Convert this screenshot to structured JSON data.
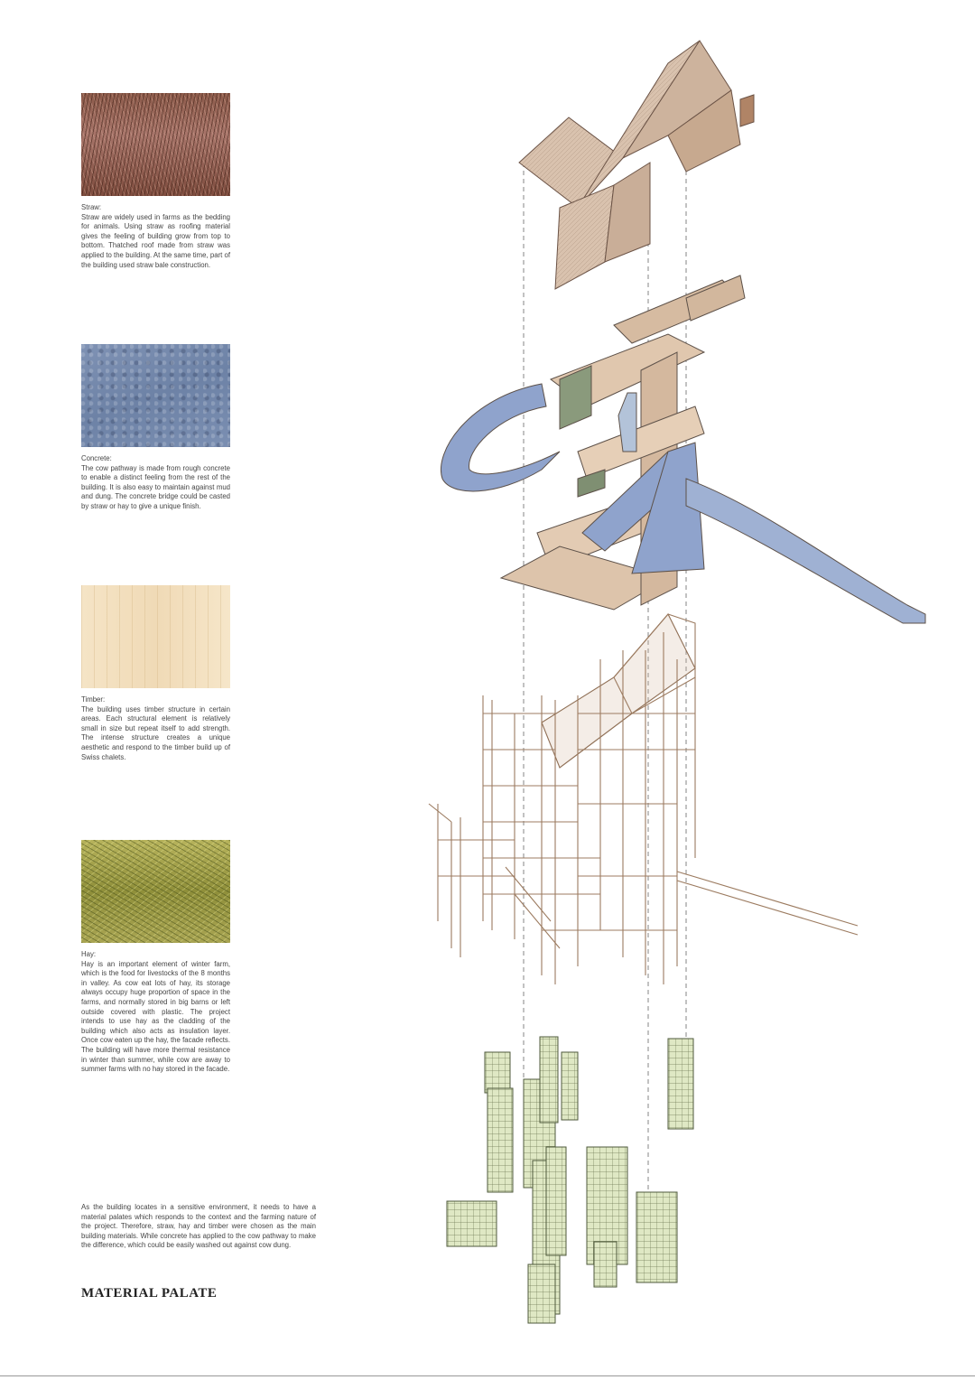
{
  "materials": [
    {
      "title": "Straw:",
      "description": "Straw are widely used in farms as the bedding for animals. Using straw as roofing material gives the feeling of building grow from top to bottom. Thatched roof made from straw was applied to the building. At the same time, part of the building used straw bale construction."
    },
    {
      "title": "Concrete:",
      "description": "The cow pathway is made from rough concrete to enable a distinct feeling from the rest of the building. It is also easy to maintain against mud and dung. The concrete bridge could be casted by straw or hay to give a unique finish."
    },
    {
      "title": "Timber:",
      "description": "The building uses timber structure in certain areas. Each structural element is relatively small in size but repeat itself to add strength. The intense structure creates a unique aesthetic and respond to the timber build up of Swiss chalets."
    },
    {
      "title": "Hay:",
      "description": "Hay is an important element of winter farm, which is the food for livestocks of the 8 months in valley. As cow eat lots of hay, its storage always occupy huge proportion of space in the farms, and normally stored in big barns or left outside covered with plastic. The project intends to use hay as the cladding of the building which also acts as insulation layer. Once cow eaten up the hay, the facade reflects. The building will have more thermal resistance in winter than summer, while cow are away to summer farms with no hay stored in the facade."
    }
  ],
  "intro": "As the building locates in a sensitive environment, it needs to have a material palates which responds to the context and the farming nature of the project. Therefore, straw, hay and timber were chosen as the main building materials. While concrete has applied to the cow pathway to make the difference, which could be easily washed out against cow dung.",
  "heading": "MATERIAL PALATE",
  "colors": {
    "straw": "#a8756a",
    "concrete": "#7b8fb2",
    "timber": "#f3dfbf",
    "hay": "#a9a553",
    "roof": "#d9c2ae",
    "pathway": "#8fa3cc",
    "structure": "#b99a7e",
    "hay_block": "#dfe8c4"
  }
}
